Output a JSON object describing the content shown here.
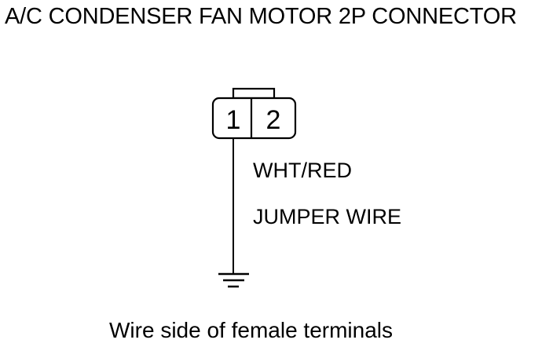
{
  "title": "A/C CONDENSER FAN MOTOR 2P CONNECTOR",
  "connector": {
    "terminals": [
      "1",
      "2"
    ]
  },
  "wire": {
    "color_label": "WHT/RED",
    "jumper_label": "JUMPER WIRE"
  },
  "caption": "Wire side of female terminals"
}
